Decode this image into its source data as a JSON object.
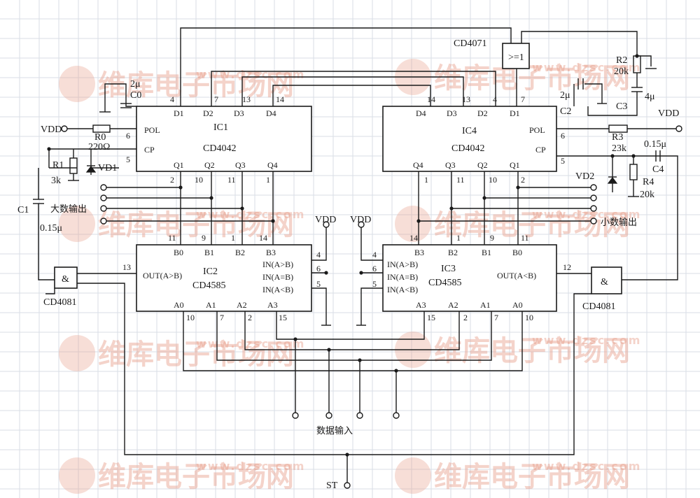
{
  "chips": {
    "ic1": {
      "name": "IC1",
      "part": "CD4042"
    },
    "ic4": {
      "name": "IC4",
      "part": "CD4042"
    },
    "ic2": {
      "name": "IC2",
      "part": "CD4585"
    },
    "ic3": {
      "name": "IC3",
      "part": "CD4585"
    },
    "or_gate": {
      "part": "CD4071",
      "symbol": ">=1"
    },
    "and_left": {
      "part": "CD4081",
      "symbol": "&"
    },
    "and_right": {
      "part": "CD4081",
      "symbol": "&"
    }
  },
  "pins": {
    "d1": "D1",
    "d2": "D2",
    "d3": "D3",
    "d4": "D4",
    "q1": "Q1",
    "q2": "Q2",
    "q3": "Q3",
    "q4": "Q4",
    "pol": "POL",
    "cp": "CP",
    "b0": "B0",
    "b1": "B1",
    "b2": "B2",
    "b3": "B3",
    "a0": "A0",
    "a1": "A1",
    "a2": "A2",
    "a3": "A3",
    "in_gt": "IN(A>B)",
    "in_eq": "IN(A=B)",
    "in_lt": "IN(A<B)",
    "out_gt": "OUT(A>B)",
    "out_lt": "OUT(A<B)"
  },
  "pin_numbers": {
    "ic1_d": [
      "4",
      "7",
      "13",
      "14"
    ],
    "ic1_q": [
      "2",
      "10",
      "11",
      "1"
    ],
    "ic1_pol": "6",
    "ic1_cp": "5",
    "ic4_d": [
      "14",
      "13",
      "4",
      "7"
    ],
    "ic4_q": [
      "1",
      "11",
      "10",
      "2"
    ],
    "ic4_pol": "6",
    "ic4_cp": "5",
    "ic2_b": [
      "11",
      "9",
      "1",
      "14"
    ],
    "ic2_a": [
      "10",
      "7",
      "2",
      "15"
    ],
    "ic2_in": [
      "4",
      "6",
      "5"
    ],
    "ic2_out": "13",
    "ic3_b": [
      "14",
      "1",
      "9",
      "11"
    ],
    "ic3_a": [
      "15",
      "2",
      "7",
      "10"
    ],
    "ic3_in": [
      "4",
      "6",
      "5"
    ],
    "ic3_out": "12"
  },
  "components": {
    "c0": {
      "name": "C0",
      "value": "2μ"
    },
    "r0": {
      "name": "R0",
      "value": "220Ω"
    },
    "r1": {
      "name": "R1",
      "value": "3k"
    },
    "vd1": {
      "name": "VD1"
    },
    "c1": {
      "name": "C1",
      "value": "0.15μ"
    },
    "r2": {
      "name": "R2",
      "value": "20k"
    },
    "c2": {
      "name": "C2",
      "value": "2μ"
    },
    "c3": {
      "name": "C3",
      "value": "4μ"
    },
    "r3": {
      "name": "R3",
      "value": "23k"
    },
    "c4": {
      "name": "C4",
      "value": "0.15μ"
    },
    "r4": {
      "name": "R4",
      "value": "20k"
    },
    "vd2": {
      "name": "VD2"
    }
  },
  "labels": {
    "vdd": "VDD",
    "big_output": "大数输出",
    "small_output": "小数输出",
    "data_input": "数据输入",
    "st": "ST"
  },
  "watermark": {
    "text": "维库电子市场网",
    "url": "www.dzsc.com"
  },
  "colors": {
    "ink": "#1a1a1a",
    "grid": "#d8dde6",
    "watermark": "#e8a08c"
  }
}
